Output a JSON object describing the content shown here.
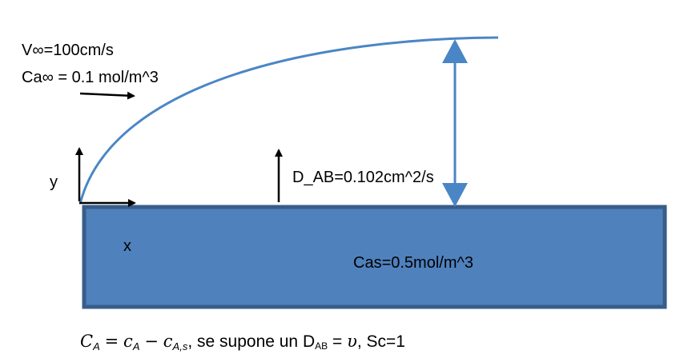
{
  "labels": {
    "v_inf": "V∞=100cm/s",
    "ca_inf": "Ca∞ = 0.1 mol/m^3",
    "y_axis": "y",
    "x_axis": "x",
    "diffusivity": "D_AB=0.102cm^2/s",
    "cas": "Cas=0.5mol/m^3"
  },
  "formula": {
    "lhs_main": "C",
    "lhs_sub": "A",
    "eq": "=",
    "c1_main": "c",
    "c1_sub": "A",
    "minus": "−",
    "c2_main": "c",
    "c2_sub": "A,s",
    "text1": ", se supone un D",
    "dab_sub": "AB",
    "text2": " = ",
    "nu": "υ",
    "text3": ", Sc=1"
  },
  "colors": {
    "plate_fill": "#4f81bd",
    "plate_border": "#385d8a",
    "curve": "#4a86c6",
    "arrow_blue": "#4a86c6",
    "arrow_black": "#000000"
  }
}
